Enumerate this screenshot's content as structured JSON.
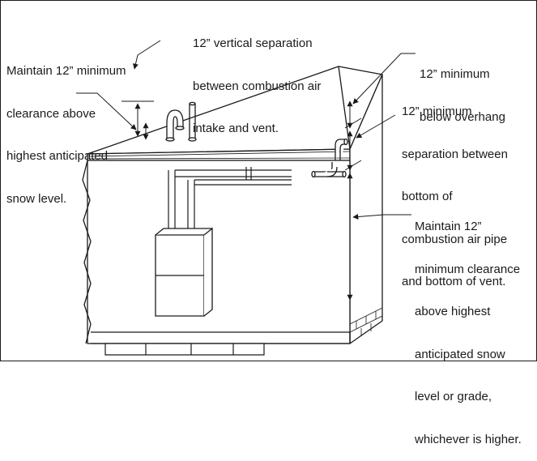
{
  "notes": {
    "snow_clearance_top": [
      "Maintain 12” minimum",
      "clearance above",
      "highest anticipated",
      "snow level."
    ],
    "vertical_separation": [
      "12” vertical separation",
      "between combustion air",
      "intake and vent."
    ],
    "below_overhang": [
      "12” minimum",
      "below overhang"
    ],
    "pipe_separation": [
      "12” minimum",
      "separation between",
      "bottom of",
      "combustion air pipe",
      "and bottom of vent."
    ],
    "snow_grade_clearance": [
      "Maintain 12”",
      "minimum clearance",
      "above highest",
      "anticipated snow",
      "level or grade,",
      "whichever is higher."
    ]
  },
  "colors": {
    "line": "#1a1a1a",
    "background": "#ffffff"
  }
}
